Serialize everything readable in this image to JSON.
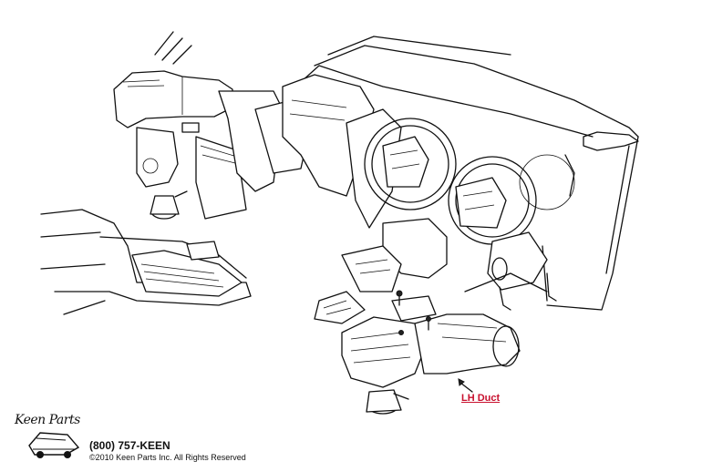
{
  "callout": {
    "label": "LH Duct",
    "color": "#c8102e"
  },
  "branding": {
    "logo_text": "Keen Parts",
    "phone": "(800) 757-KEEN",
    "copyright": "©2010 Keen Parts Inc. All Rights Reserved"
  },
  "icons": [
    "keen-parts-logo-car-icon"
  ]
}
